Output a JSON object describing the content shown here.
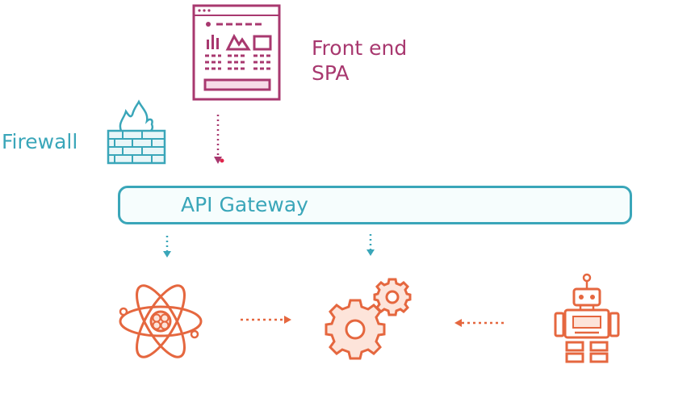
{
  "frontend": {
    "label_line1": "Front end",
    "label_line2": "SPA",
    "icon": "browser-window-icon"
  },
  "firewall": {
    "label": "Firewall",
    "icon": "firewall-icon"
  },
  "gateway": {
    "label": "API Gateway"
  },
  "services": [
    {
      "icon": "atom-icon"
    },
    {
      "icon": "gears-icon"
    },
    {
      "icon": "robot-icon"
    }
  ],
  "colors": {
    "frontend": "#a8386f",
    "teal": "#3aa6b9",
    "orange": "#e5673f"
  }
}
